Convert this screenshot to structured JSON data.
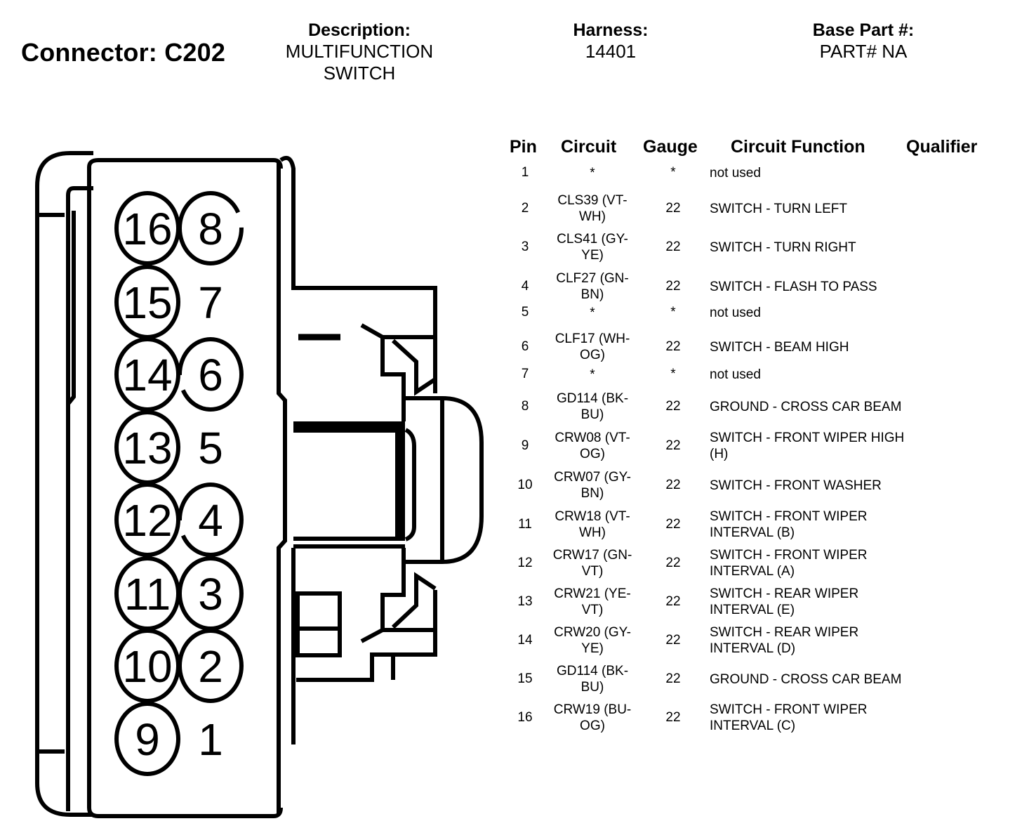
{
  "header": {
    "connector_label": "Connector: C202",
    "description_label": "Description:",
    "description_lines": [
      "MULTIFUNCTION",
      "SWITCH"
    ],
    "harness_label": "Harness:",
    "harness_value": "14401",
    "base_part_label": "Base Part #:",
    "base_part_value": "PART# NA"
  },
  "diagram": {
    "cavities": [
      {
        "pin": "16",
        "col": "left",
        "row": 0,
        "circled": true
      },
      {
        "pin": "8",
        "col": "right",
        "row": 0,
        "circled": true,
        "open_bottom": true
      },
      {
        "pin": "15",
        "col": "left",
        "row": 1,
        "circled": true
      },
      {
        "pin": "7",
        "col": "right",
        "row": 1,
        "circled": false
      },
      {
        "pin": "14",
        "col": "left",
        "row": 2,
        "circled": true
      },
      {
        "pin": "6",
        "col": "right",
        "row": 2,
        "circled": true,
        "open_top": true
      },
      {
        "pin": "13",
        "col": "left",
        "row": 3,
        "circled": true
      },
      {
        "pin": "5",
        "col": "right",
        "row": 3,
        "circled": false
      },
      {
        "pin": "12",
        "col": "left",
        "row": 4,
        "circled": true
      },
      {
        "pin": "4",
        "col": "right",
        "row": 4,
        "circled": true,
        "open_top": true
      },
      {
        "pin": "11",
        "col": "left",
        "row": 5,
        "circled": true
      },
      {
        "pin": "3",
        "col": "right",
        "row": 5,
        "circled": true
      },
      {
        "pin": "10",
        "col": "left",
        "row": 6,
        "circled": true
      },
      {
        "pin": "2",
        "col": "right",
        "row": 6,
        "circled": true
      },
      {
        "pin": "9",
        "col": "left",
        "row": 7,
        "circled": true
      },
      {
        "pin": "1",
        "col": "right",
        "row": 7,
        "circled": false
      }
    ]
  },
  "table": {
    "columns": [
      "Pin",
      "Circuit",
      "Gauge",
      "Circuit Function",
      "Qualifier"
    ],
    "rows": [
      {
        "pin": "1",
        "circuit": "*",
        "gauge": "*",
        "function": "not used",
        "qualifier": ""
      },
      {
        "pin": "2",
        "circuit": "CLS39 (VT-WH)",
        "gauge": "22",
        "function": "SWITCH - TURN LEFT",
        "qualifier": ""
      },
      {
        "pin": "3",
        "circuit": "CLS41 (GY-YE)",
        "gauge": "22",
        "function": "SWITCH - TURN RIGHT",
        "qualifier": ""
      },
      {
        "pin": "4",
        "circuit": "CLF27 (GN-BN)",
        "gauge": "22",
        "function": "SWITCH - FLASH TO PASS",
        "qualifier": ""
      },
      {
        "pin": "5",
        "circuit": "*",
        "gauge": "*",
        "function": "not used",
        "qualifier": ""
      },
      {
        "pin": "6",
        "circuit": "CLF17 (WH-OG)",
        "gauge": "22",
        "function": "SWITCH - BEAM HIGH",
        "qualifier": ""
      },
      {
        "pin": "7",
        "circuit": "*",
        "gauge": "*",
        "function": "not used",
        "qualifier": ""
      },
      {
        "pin": "8",
        "circuit": "GD114 (BK-BU)",
        "gauge": "22",
        "function": "GROUND - CROSS CAR BEAM",
        "qualifier": ""
      },
      {
        "pin": "9",
        "circuit": "CRW08 (VT-OG)",
        "gauge": "22",
        "function": "SWITCH - FRONT WIPER HIGH (H)",
        "qualifier": ""
      },
      {
        "pin": "10",
        "circuit": "CRW07 (GY-BN)",
        "gauge": "22",
        "function": "SWITCH - FRONT WASHER",
        "qualifier": ""
      },
      {
        "pin": "11",
        "circuit": "CRW18 (VT-WH)",
        "gauge": "22",
        "function": "SWITCH - FRONT WIPER INTERVAL (B)",
        "qualifier": ""
      },
      {
        "pin": "12",
        "circuit": "CRW17 (GN-VT)",
        "gauge": "22",
        "function": "SWITCH - FRONT WIPER INTERVAL (A)",
        "qualifier": ""
      },
      {
        "pin": "13",
        "circuit": "CRW21 (YE-VT)",
        "gauge": "22",
        "function": "SWITCH - REAR WIPER INTERVAL (E)",
        "qualifier": ""
      },
      {
        "pin": "14",
        "circuit": "CRW20 (GY-YE)",
        "gauge": "22",
        "function": "SWITCH - REAR WIPER INTERVAL (D)",
        "qualifier": ""
      },
      {
        "pin": "15",
        "circuit": "GD114 (BK-BU)",
        "gauge": "22",
        "function": "GROUND - CROSS CAR BEAM",
        "qualifier": ""
      },
      {
        "pin": "16",
        "circuit": "CRW19 (BU-OG)",
        "gauge": "22",
        "function": "SWITCH - FRONT WIPER INTERVAL (C)",
        "qualifier": ""
      }
    ]
  }
}
